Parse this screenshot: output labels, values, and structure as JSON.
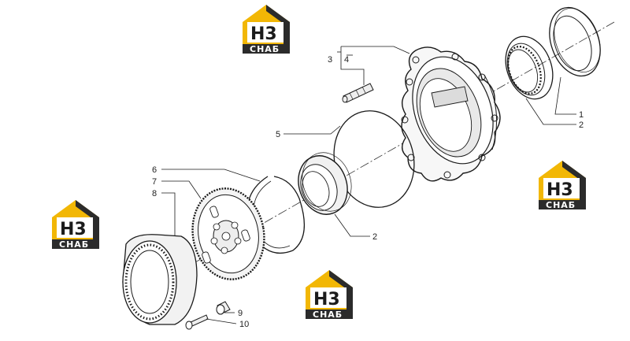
{
  "diagram": {
    "watermarks": [
      {
        "top": "Н3",
        "bottom": "СНАБ"
      },
      {
        "top": "Н3",
        "bottom": "СНАБ"
      },
      {
        "top": "Н3",
        "bottom": "СНАБ"
      },
      {
        "top": "Н3",
        "bottom": "СНАБ"
      }
    ],
    "callouts": {
      "c1": "1",
      "c2a": "2",
      "c2b": "2",
      "c3": "3",
      "c4": "4",
      "c5": "5",
      "c6": "6",
      "c7": "7",
      "c8": "8",
      "c9": "9",
      "c10": "10"
    },
    "colors": {
      "line": "#1a1a1a",
      "logo_yellow": "#f2b705",
      "logo_dark": "#2b2b2b"
    }
  }
}
